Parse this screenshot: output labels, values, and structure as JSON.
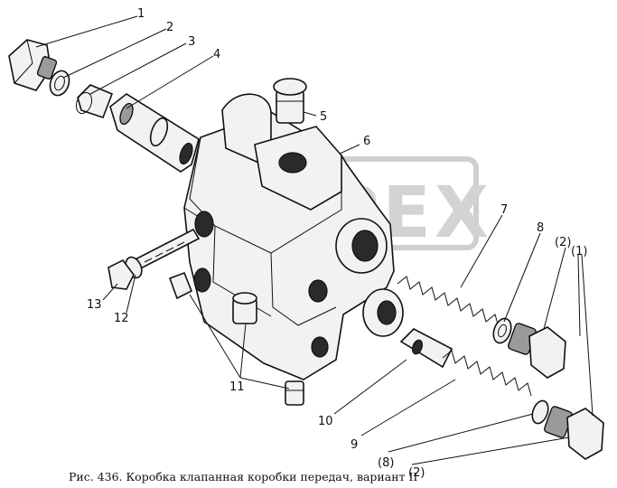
{
  "labels": {
    "l1": "1",
    "l2": "2",
    "l3": "3",
    "l4": "4",
    "l5": "5",
    "l6": "6",
    "l7": "7",
    "l8": "8",
    "l2p_top": "(2)",
    "l1p": "(1)",
    "l13": "13",
    "l12": "12",
    "l11": "11",
    "l10": "10",
    "l9": "9",
    "l8p": "(8)",
    "l2p_bottom": "(2)"
  },
  "caption": "Рис. 436. Коробка клапанная коробки передач, вариант II",
  "watermark": "OPEX"
}
